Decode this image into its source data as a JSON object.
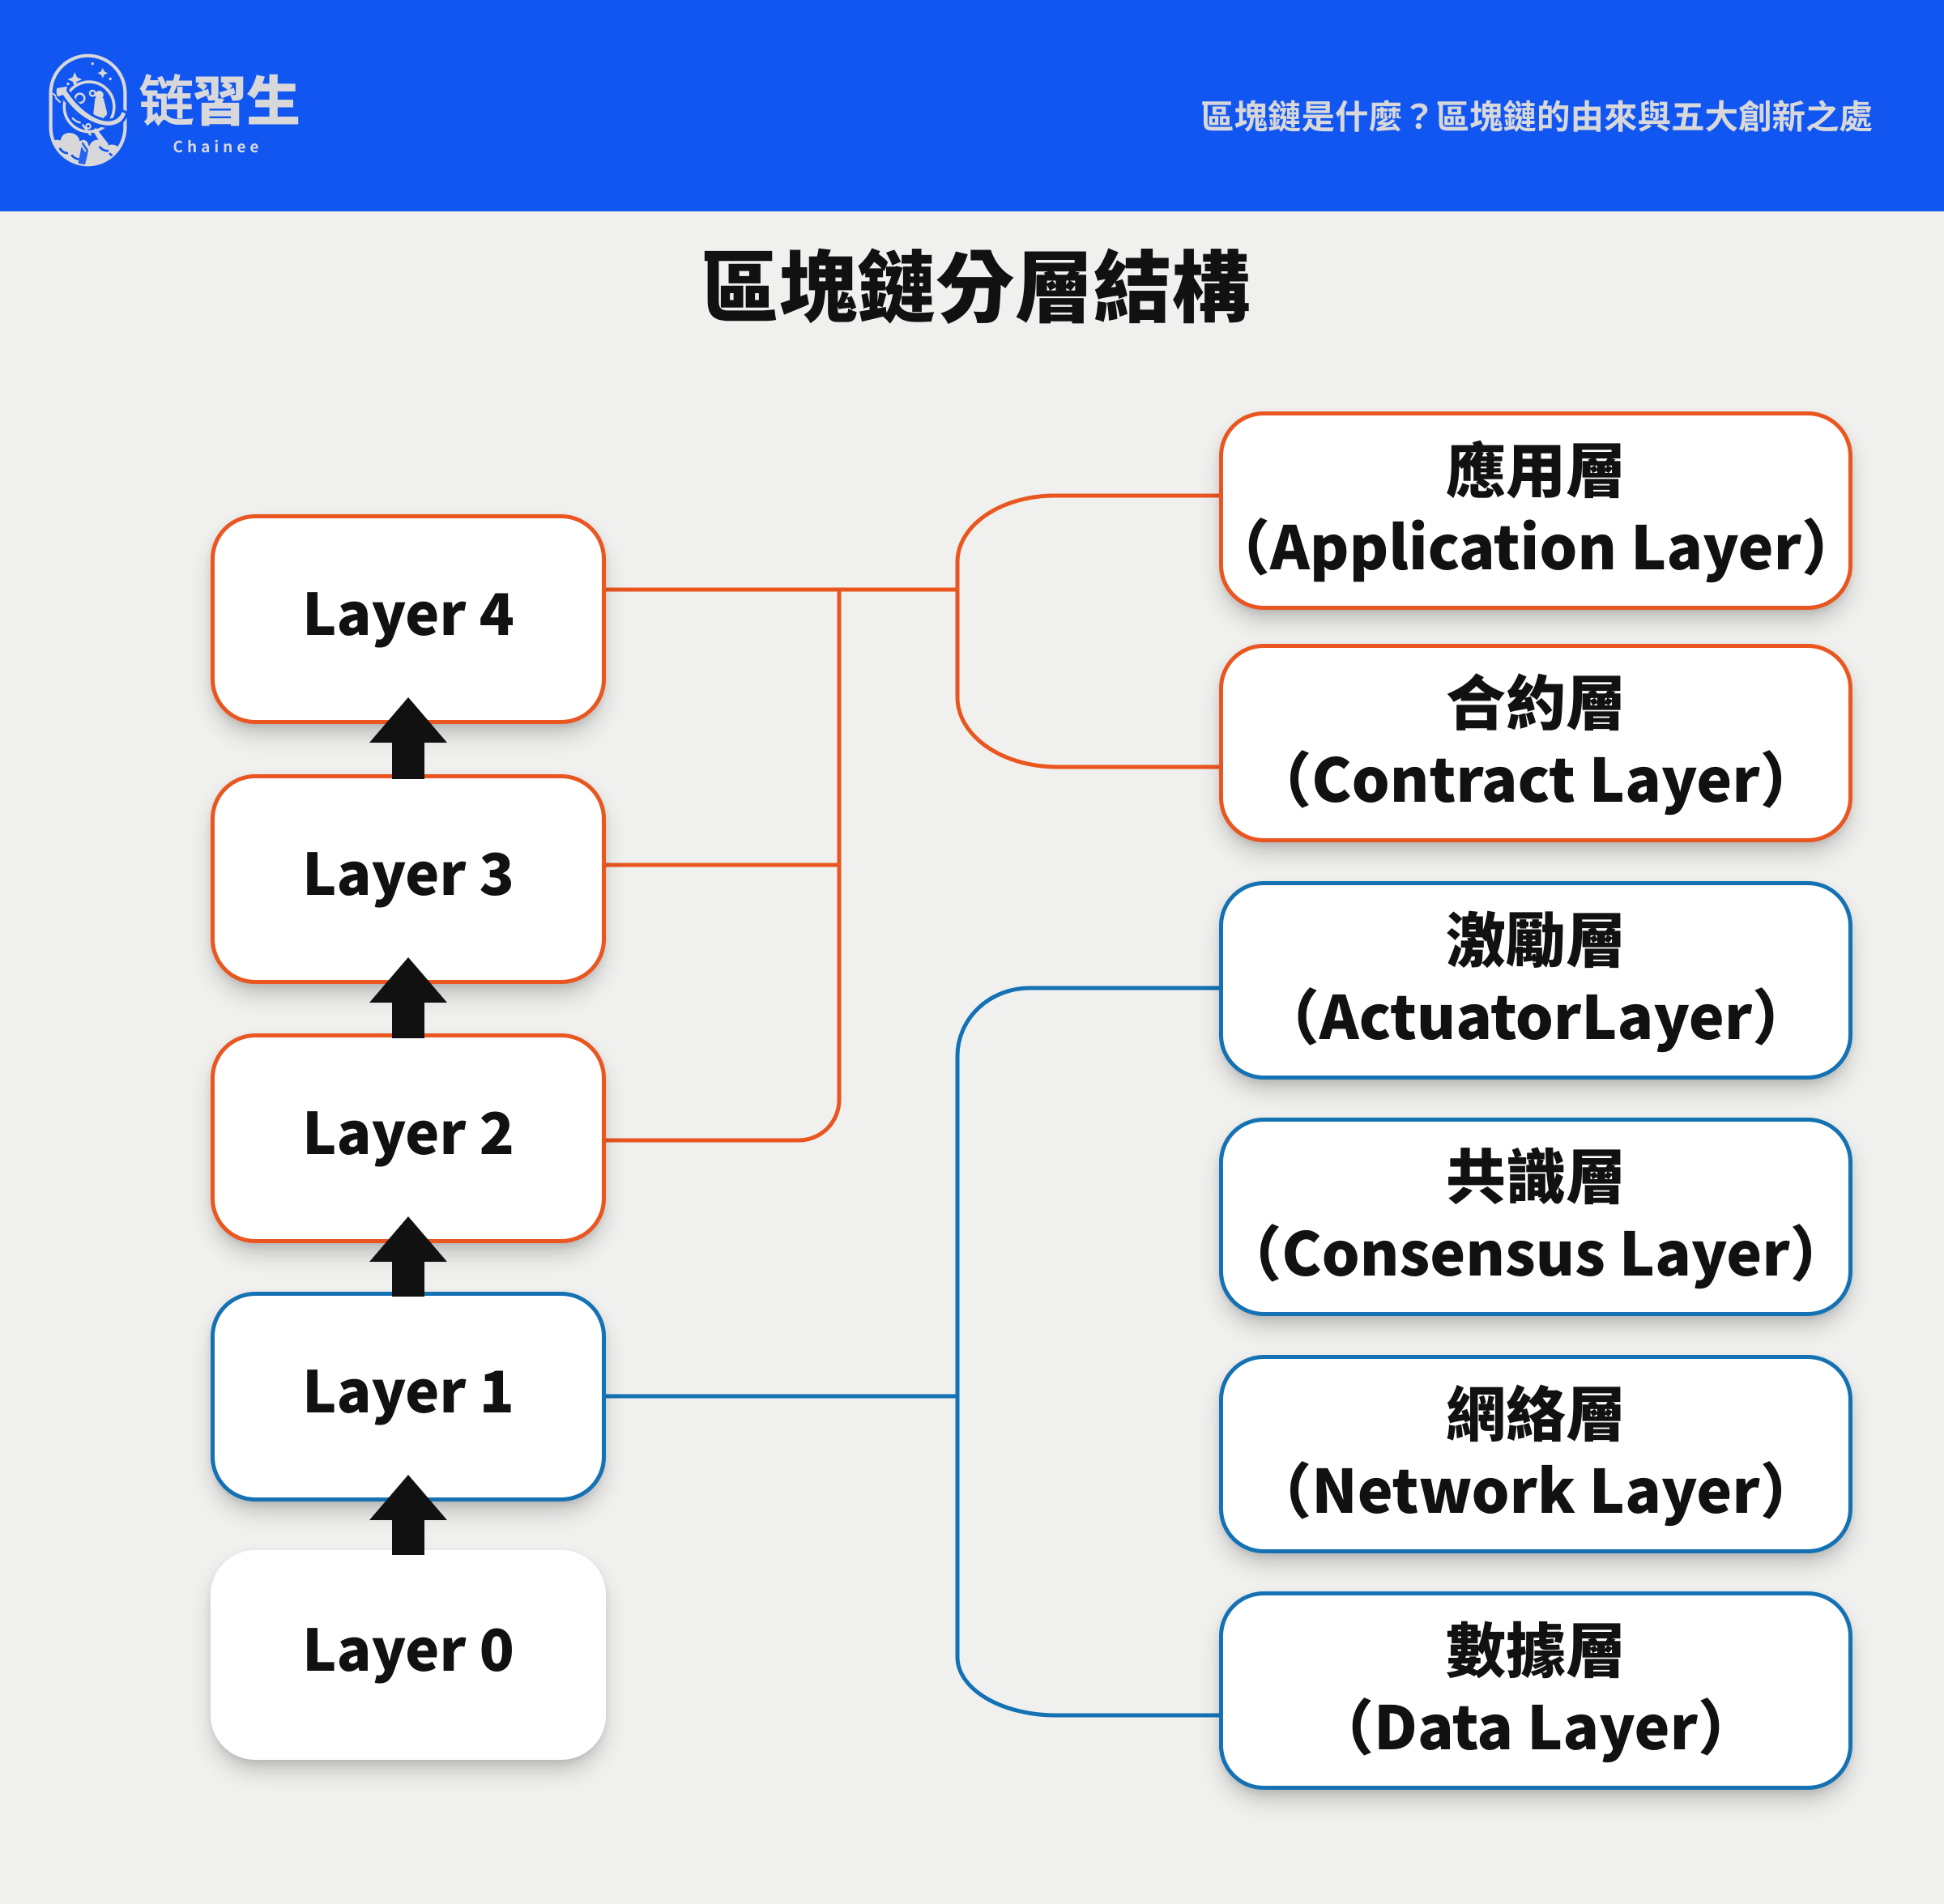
{
  "colors": {
    "header_bg": "#1156F0",
    "header_fg": "#D8D8DA",
    "page_bg": "#F0F0EE",
    "box_bg": "#FFFFFF",
    "ink": "#111111",
    "orange": "#E9561F",
    "blue": "#1371B4",
    "arrow": "#111111"
  },
  "header": {
    "logo": {
      "wordmark": "链習生",
      "subtext": "Chainee"
    },
    "title": "區塊鏈是什麼？區塊鏈的由來與五大創新之處"
  },
  "main": {
    "title": "區塊鏈分層結構",
    "connections": {
      "orange": {
        "from": [
          "Layer 4",
          "Layer 3",
          "Layer 2"
        ],
        "to": [
          "應用層",
          "合約層"
        ]
      },
      "blue": {
        "from": [
          "Layer 1"
        ],
        "to": [
          "激勵層",
          "數據層"
        ]
      }
    },
    "arrows": {
      "direction": "up",
      "between": [
        [
          "Layer 0",
          "Layer 1"
        ],
        [
          "Layer 1",
          "Layer 2"
        ],
        [
          "Layer 2",
          "Layer 3"
        ],
        [
          "Layer 3",
          "Layer 4"
        ]
      ]
    },
    "left_stack": [
      {
        "label": "Layer 4",
        "accent": "orange"
      },
      {
        "label": "Layer 3",
        "accent": "orange"
      },
      {
        "label": "Layer 2",
        "accent": "orange"
      },
      {
        "label": "Layer 1",
        "accent": "blue"
      },
      {
        "label": "Layer 0",
        "accent": "none"
      }
    ],
    "right_stack": [
      {
        "zh": "應用層",
        "en": "（Application Layer）",
        "accent": "orange"
      },
      {
        "zh": "合約層",
        "en": "（Contract Layer）",
        "accent": "orange"
      },
      {
        "zh": "激勵層",
        "en": "（ActuatorLayer）",
        "accent": "blue"
      },
      {
        "zh": "共識層",
        "en": "（Consensus Layer）",
        "accent": "blue"
      },
      {
        "zh": "網絡層",
        "en": "（Network Layer）",
        "accent": "blue"
      },
      {
        "zh": "數據層",
        "en": "（Data Layer）",
        "accent": "blue"
      }
    ]
  }
}
